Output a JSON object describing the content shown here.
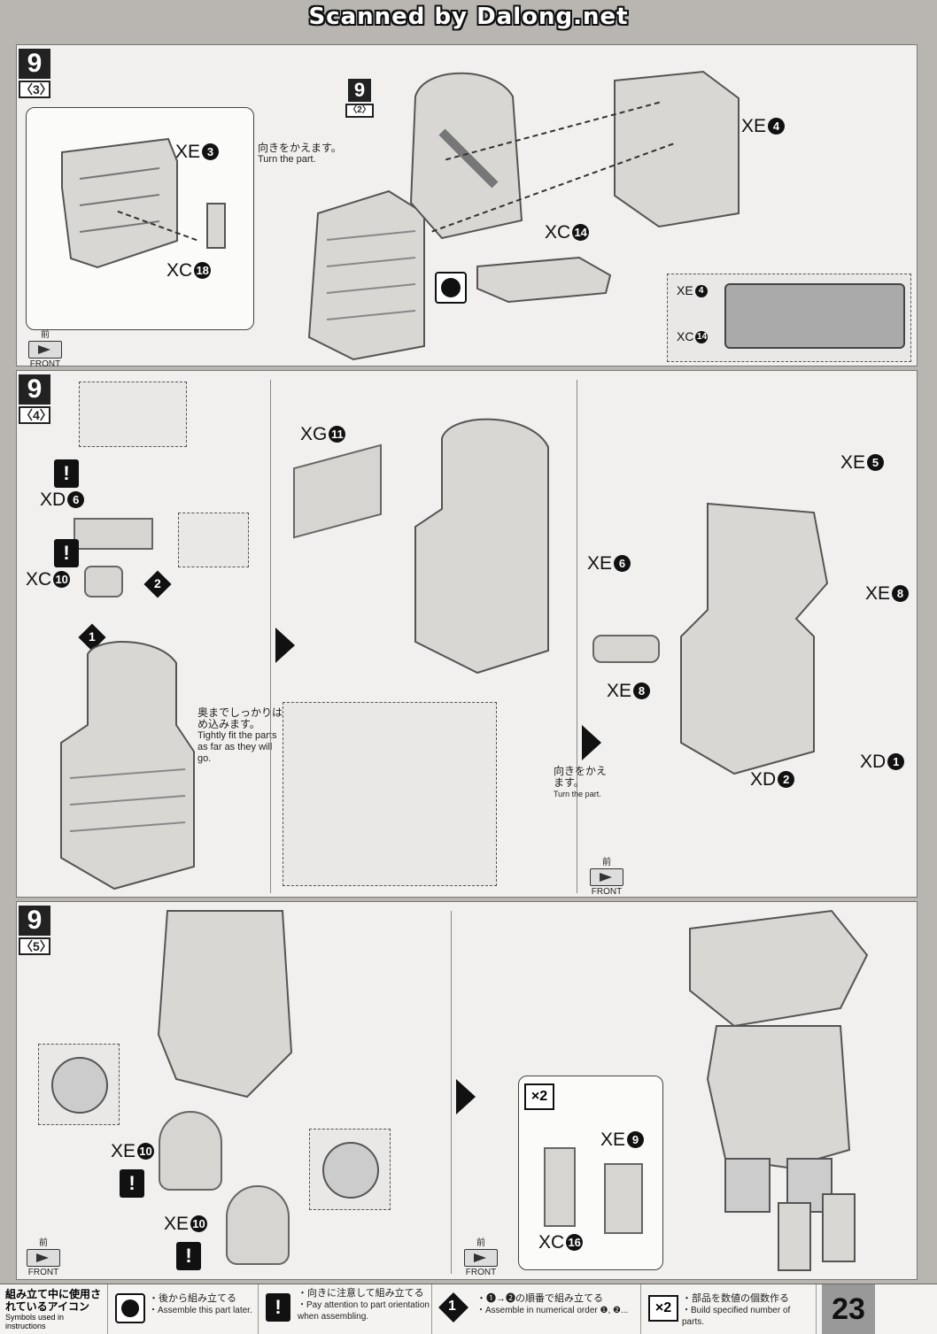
{
  "watermark": "Scanned by Dalong.net",
  "step3": {
    "step": "9",
    "sub": "〈3〉",
    "sub_ref_step": "9",
    "sub_ref": "〈2〉",
    "turn_jp": "向きをかえます。",
    "turn_en": "Turn the part.",
    "labels": {
      "xe3": "XE",
      "xe3_n": "3",
      "xc18": "XC",
      "xc18_n": "18",
      "xe4": "XE",
      "xe4_n": "4",
      "xc14": "XC",
      "xc14_n": "14"
    },
    "inset_labels": {
      "xe4": "XE",
      "xe4_n": "4",
      "xc14": "XC",
      "xc14_n": "14"
    }
  },
  "step4": {
    "step": "9",
    "sub": "〈4〉",
    "labels": {
      "xd6": "XD",
      "xd6_n": "6",
      "xc10": "XC",
      "xc10_n": "10",
      "xg11": "XG",
      "xg11_n": "11",
      "xe5": "XE",
      "xe5_n": "5",
      "xe6": "XE",
      "xe6_n": "6",
      "xe8a": "XE",
      "xe8a_n": "8",
      "xe8b": "XE",
      "xe8b_n": "8",
      "xd1": "XD",
      "xd1_n": "1",
      "xd2": "XD",
      "xd2_n": "2"
    },
    "order1": "1",
    "order2": "2",
    "tight_jp": "奥までしっかりはめ込みます。",
    "tight_en": "Tightly fit the parts as far as they will go.",
    "turn_jp": "向きをかえます。",
    "turn_en": "Turn the part."
  },
  "step5": {
    "step": "9",
    "sub": "〈5〉",
    "labels": {
      "xe10a": "XE",
      "xe10a_n": "10",
      "xe10b": "XE",
      "xe10b_n": "10",
      "xe9": "XE",
      "xe9_n": "9",
      "xc16": "XC",
      "xc16_n": "16"
    },
    "times": "×2"
  },
  "front": {
    "jp": "前",
    "en": "FRONT"
  },
  "legend": {
    "title_jp": "組み立て中に使用されているアイコン",
    "title_en": "Symbols used in instructions",
    "later_jp": "・後から組み立てる",
    "later_en": "・Assemble this part later.",
    "orient_jp": "・向きに注意して組み立てる",
    "orient_en": "・Pay attention to part orientation when assembling.",
    "order_jp": "・❶→❷の順番で組み立てる",
    "order_en": "・Assemble in numerical order ❶, ❷...",
    "count_jp": "・部品を数値の個数作る",
    "count_en": "・Build specified number of parts.",
    "count_icon": "×2",
    "order_icon": "1"
  },
  "page_number": "23"
}
